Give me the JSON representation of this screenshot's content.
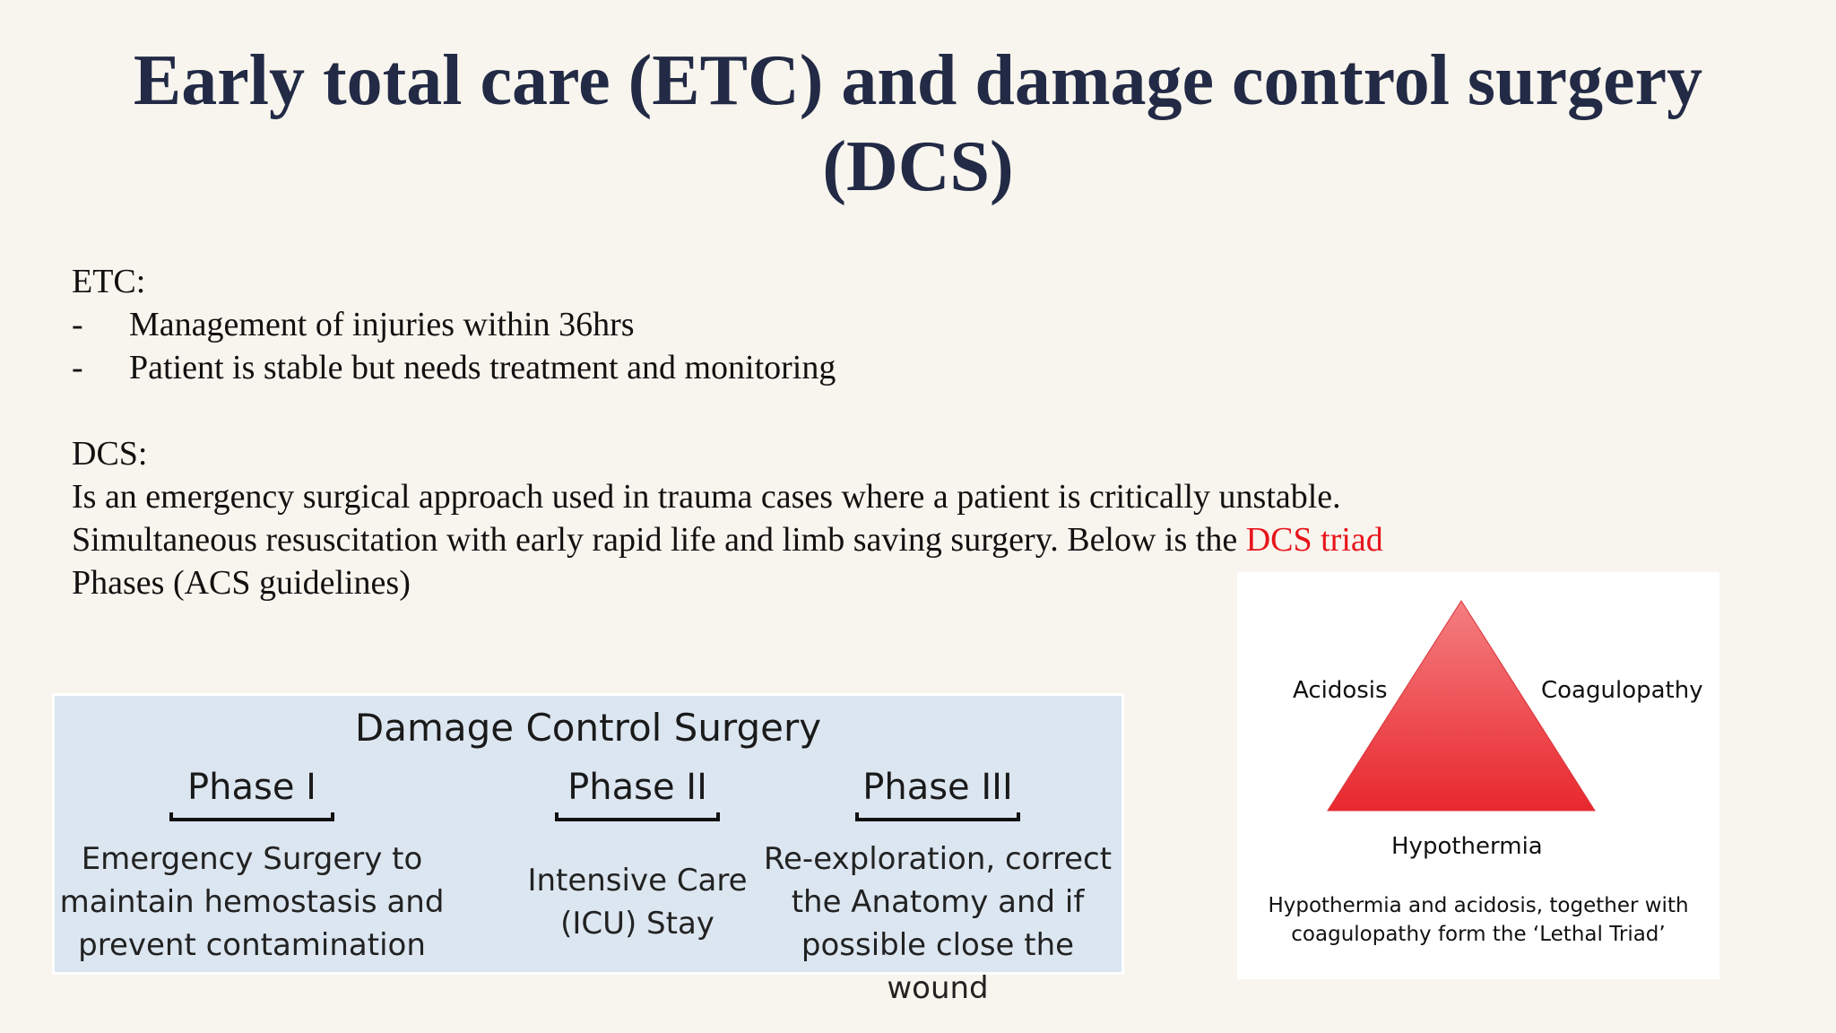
{
  "title": "Early total care (ETC) and damage control surgery (DCS)",
  "etc": {
    "heading": "ETC:",
    "bullets": [
      "Management of injuries within 36hrs",
      "Patient is stable but needs treatment and monitoring"
    ],
    "dash": "-"
  },
  "dcs": {
    "heading": "DCS:",
    "line1": "Is an emergency surgical approach used in trauma cases where a patient is critically unstable.",
    "line2_start": "Simultaneous resuscitation with early rapid life and limb saving surgery. Below is the ",
    "line2_link": "DCS triad",
    "line3": "Phases (ACS guidelines)",
    "link_color": "#e8141b"
  },
  "phases_diagram": {
    "heading": "Damage Control Surgery",
    "phases": [
      {
        "title": "Phase I",
        "desc": [
          "Emergency Surgery to",
          "maintain hemostasis and",
          "prevent contamination"
        ]
      },
      {
        "title": "Phase II",
        "desc": [
          "Intensive Care",
          "(ICU) Stay"
        ]
      },
      {
        "title": "Phase III",
        "desc": [
          "Re-exploration, correct",
          "the Anatomy and if",
          "possible close the wound"
        ]
      }
    ]
  },
  "triad": {
    "labels": {
      "left": "Acidosis",
      "right": "Coagulopathy",
      "bottom": "Hypothermia"
    },
    "caption": [
      "Hypothermia and acidosis, together with",
      "coagulopathy form the ‘Lethal Triad’"
    ],
    "colors": {
      "top": "#f47e80",
      "bottom": "#e8282e"
    }
  }
}
